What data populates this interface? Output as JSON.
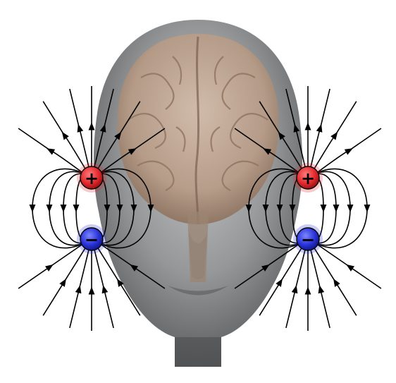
{
  "diagram": {
    "colors": {
      "background": "#ffffff",
      "head_skin": "#8f9193",
      "head_shadow": "#5a5c5e",
      "brain": "#b79b86",
      "brain_dark": "#8f735f",
      "positive": "#e2282c",
      "negative": "#2832d6",
      "field_lines": "#000000"
    },
    "electrodes": [
      {
        "id": "left-positive",
        "sign": "+",
        "polarity": "positive"
      },
      {
        "id": "left-negative",
        "sign": "−",
        "polarity": "negative"
      },
      {
        "id": "right-positive",
        "sign": "+",
        "polarity": "positive"
      },
      {
        "id": "right-negative",
        "sign": "−",
        "polarity": "negative"
      }
    ],
    "icons": {
      "head": "human-head-icon",
      "brain": "brain-icon",
      "field": "electric-field-lines-icon"
    }
  }
}
